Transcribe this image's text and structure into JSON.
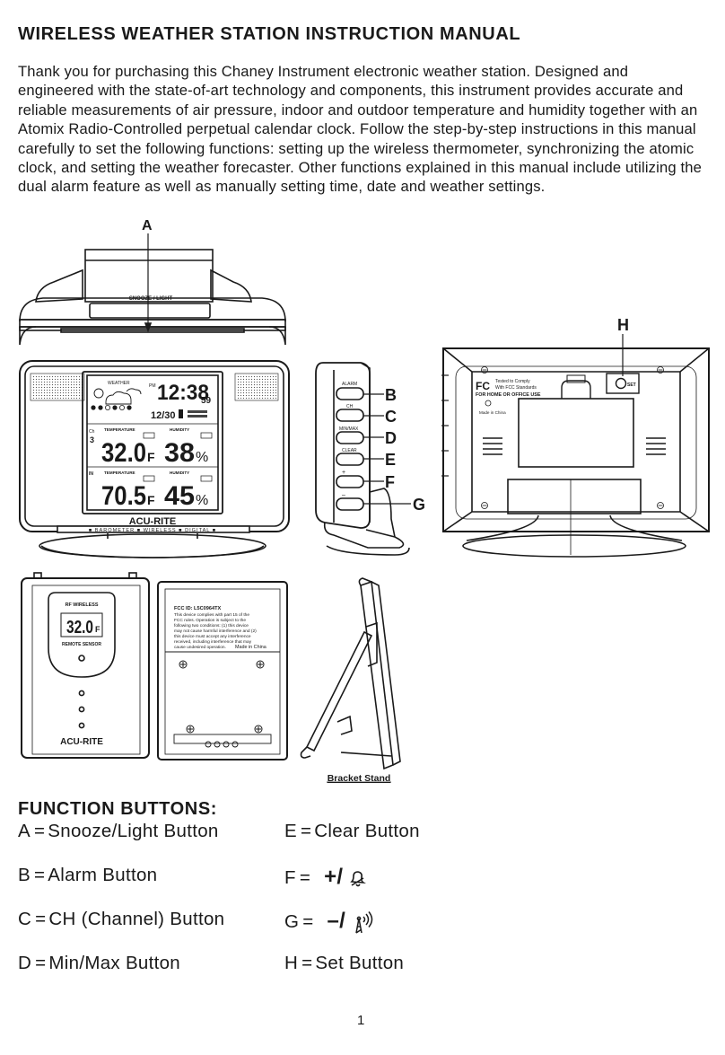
{
  "document": {
    "title": "WIRELESS WEATHER STATION INSTRUCTION MANUAL",
    "intro": "Thank you for purchasing this Chaney Instrument electronic weather station. Designed and engineered with the state-of-art technology and components, this instrument provides accurate and reliable measurements of air pressure, indoor and outdoor temperature and humidity together with an Atomix Radio-Controlled perpetual calendar clock. Follow the step-by-step instructions in this manual carefully to set the following functions: setting up the wireless thermometer, synchronizing the atomic clock, and setting the weather forecaster. Other functions explained in this manual include utilizing the dual alarm feature as well as manually setting time, date and weather settings.",
    "page_number": "1"
  },
  "figure": {
    "callouts": [
      "A",
      "B",
      "C",
      "D",
      "E",
      "F",
      "G",
      "H"
    ],
    "top_view_label": "SNOOZE / LIGHT",
    "side_buttons": [
      "ALARM",
      "CH",
      "MIN/MAX",
      "CLEAR",
      "+",
      "–"
    ],
    "lcd": {
      "weather_label": "WEATHER",
      "pm": "PM",
      "time": "12:38",
      "seconds": "59",
      "date": "12/30",
      "channel_label": "Ch",
      "channel": "3",
      "temperature_label": "TEMPERATURE",
      "humidity_label": "HUMIDITY",
      "outdoor_temp": "32.0",
      "outdoor_unit": "F",
      "outdoor_humidity": "38",
      "percent": "%",
      "in_label": "IN",
      "indoor_temp": "70.5",
      "indoor_unit": "F",
      "indoor_humidity": "45"
    },
    "brand": "ACU-RITE",
    "bezel_text": "■ BAROMETER ■ WIRELESS ■ DIGITAL ■",
    "back_panel": {
      "fcc_logo": "FC",
      "fcc_tested": "Tested to Comply",
      "fcc_standards": "With FCC Standards",
      "fcc_home": "FOR HOME OR OFFICE USE",
      "made_in": "Made in China",
      "set_label": "SET"
    },
    "sensor": {
      "rf_label": "RF WIRELESS",
      "reading": "32.0",
      "unit": "F",
      "remote_label": "REMOTE SENSOR",
      "brand": "ACU-RITE"
    },
    "sensor_back": {
      "fcc_id": "FCC ID:   L5C0964TX",
      "fcc_lines": [
        "This device complies with part 15 of the",
        "FCC rules.  Operation is subject to the",
        "following two conditions: (1) this device",
        "may not cause harmful interference and (2)",
        "this device must accept any interference",
        "received, including interference that may",
        "cause undesired operation."
      ],
      "made_in": "Made in China"
    },
    "bracket_caption": "Bracket Stand"
  },
  "function_buttons": {
    "heading": "FUNCTION BUTTONS:",
    "equals": "=",
    "items": [
      {
        "key": "A",
        "label": "Snooze/Light Button"
      },
      {
        "key": "B",
        "label": "Alarm Button"
      },
      {
        "key": "C",
        "label": "CH (Channel) Button"
      },
      {
        "key": "D",
        "label": "Min/Max Button"
      },
      {
        "key": "E",
        "label": "Clear Button"
      },
      {
        "key": "F",
        "symbol": "+/",
        "icon": "alarm-bell-icon"
      },
      {
        "key": "G",
        "symbol": "–/",
        "icon": "radio-tower-icon"
      },
      {
        "key": "H",
        "label": "Set Button"
      }
    ]
  }
}
